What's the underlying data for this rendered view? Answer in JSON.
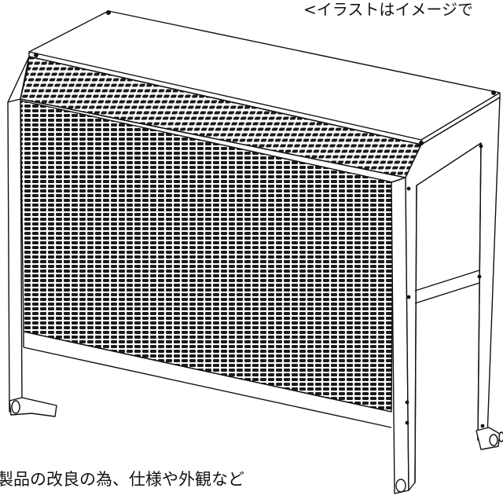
{
  "illustration": {
    "subject": "outdoor air-conditioner unit cover with perforated front panel"
  },
  "captions": {
    "top_note": "<イラストはイメージで",
    "bottom_note": "製品の改良の為、仕様や外観など"
  }
}
